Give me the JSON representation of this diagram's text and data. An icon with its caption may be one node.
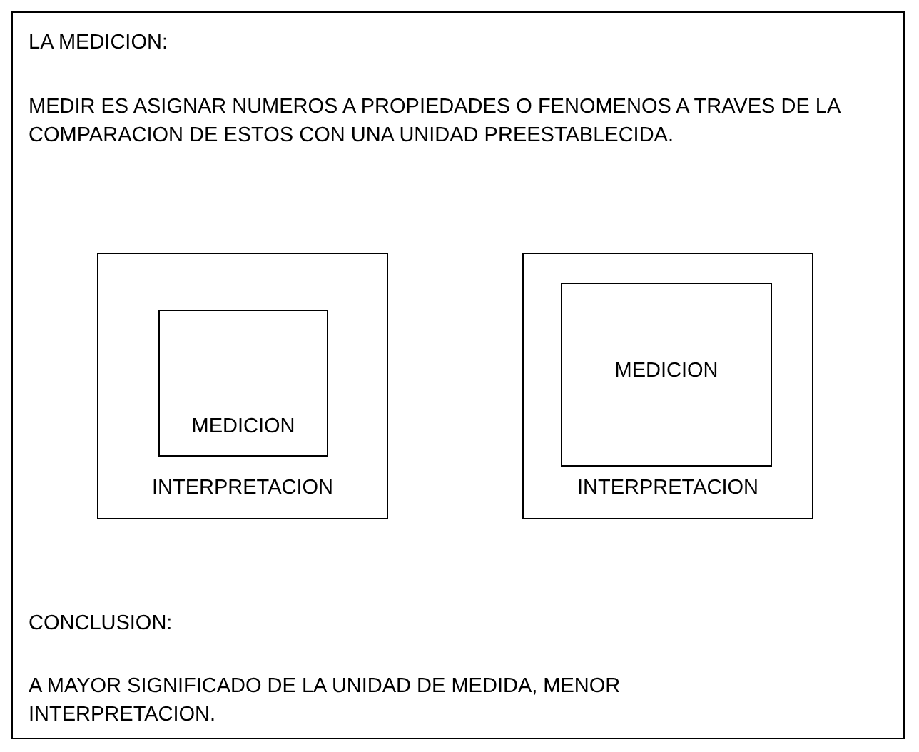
{
  "diagram": {
    "title": "LA MEDICION:",
    "nodes": [
      {
        "text": [
          "INTERPRETACION"
        ]
      },
      {
        "text": [
          "MEDICION"
        ],
        "in": 0
      },
      {
        "text": [
          "INTERPRETACION"
        ]
      },
      {
        "text": [
          "MEDICION"
        ],
        "in": 2
      }
    ],
    "labels": [
      "MEDIR ES ASIGNAR NUMEROS A PROPIEDADES O FENOMENOS A TRAVES DE LA COMPARACION DE ESTOS CON UNA UNIDAD PREESTABLECIDA.",
      "CONCLUSION:",
      "A MAYOR SIGNIFICADO DE LA UNIDAD DE MEDIDA, MENOR INTERPRETACION."
    ]
  }
}
